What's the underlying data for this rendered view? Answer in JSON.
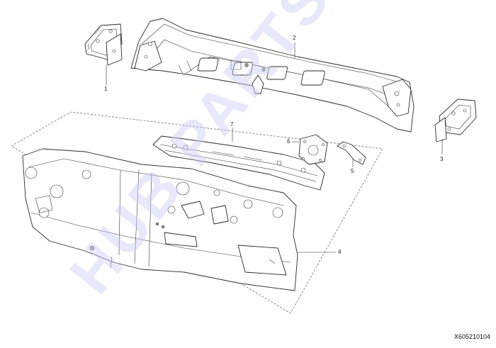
{
  "diagram": {
    "callouts": [
      {
        "id": "1",
        "label": "1"
      },
      {
        "id": "2",
        "label": "2"
      },
      {
        "id": "3",
        "label": "3"
      },
      {
        "id": "4",
        "label": "4"
      },
      {
        "id": "5",
        "label": "5"
      },
      {
        "id": "6",
        "label": "6"
      },
      {
        "id": "7",
        "label": "7"
      }
    ],
    "diagram_id": "X605210104",
    "watermark_text": "HUB PARTS",
    "colors": {
      "line": "#2a2a2a",
      "watermark": "#c9cdf2",
      "background": "#ffffff"
    }
  }
}
